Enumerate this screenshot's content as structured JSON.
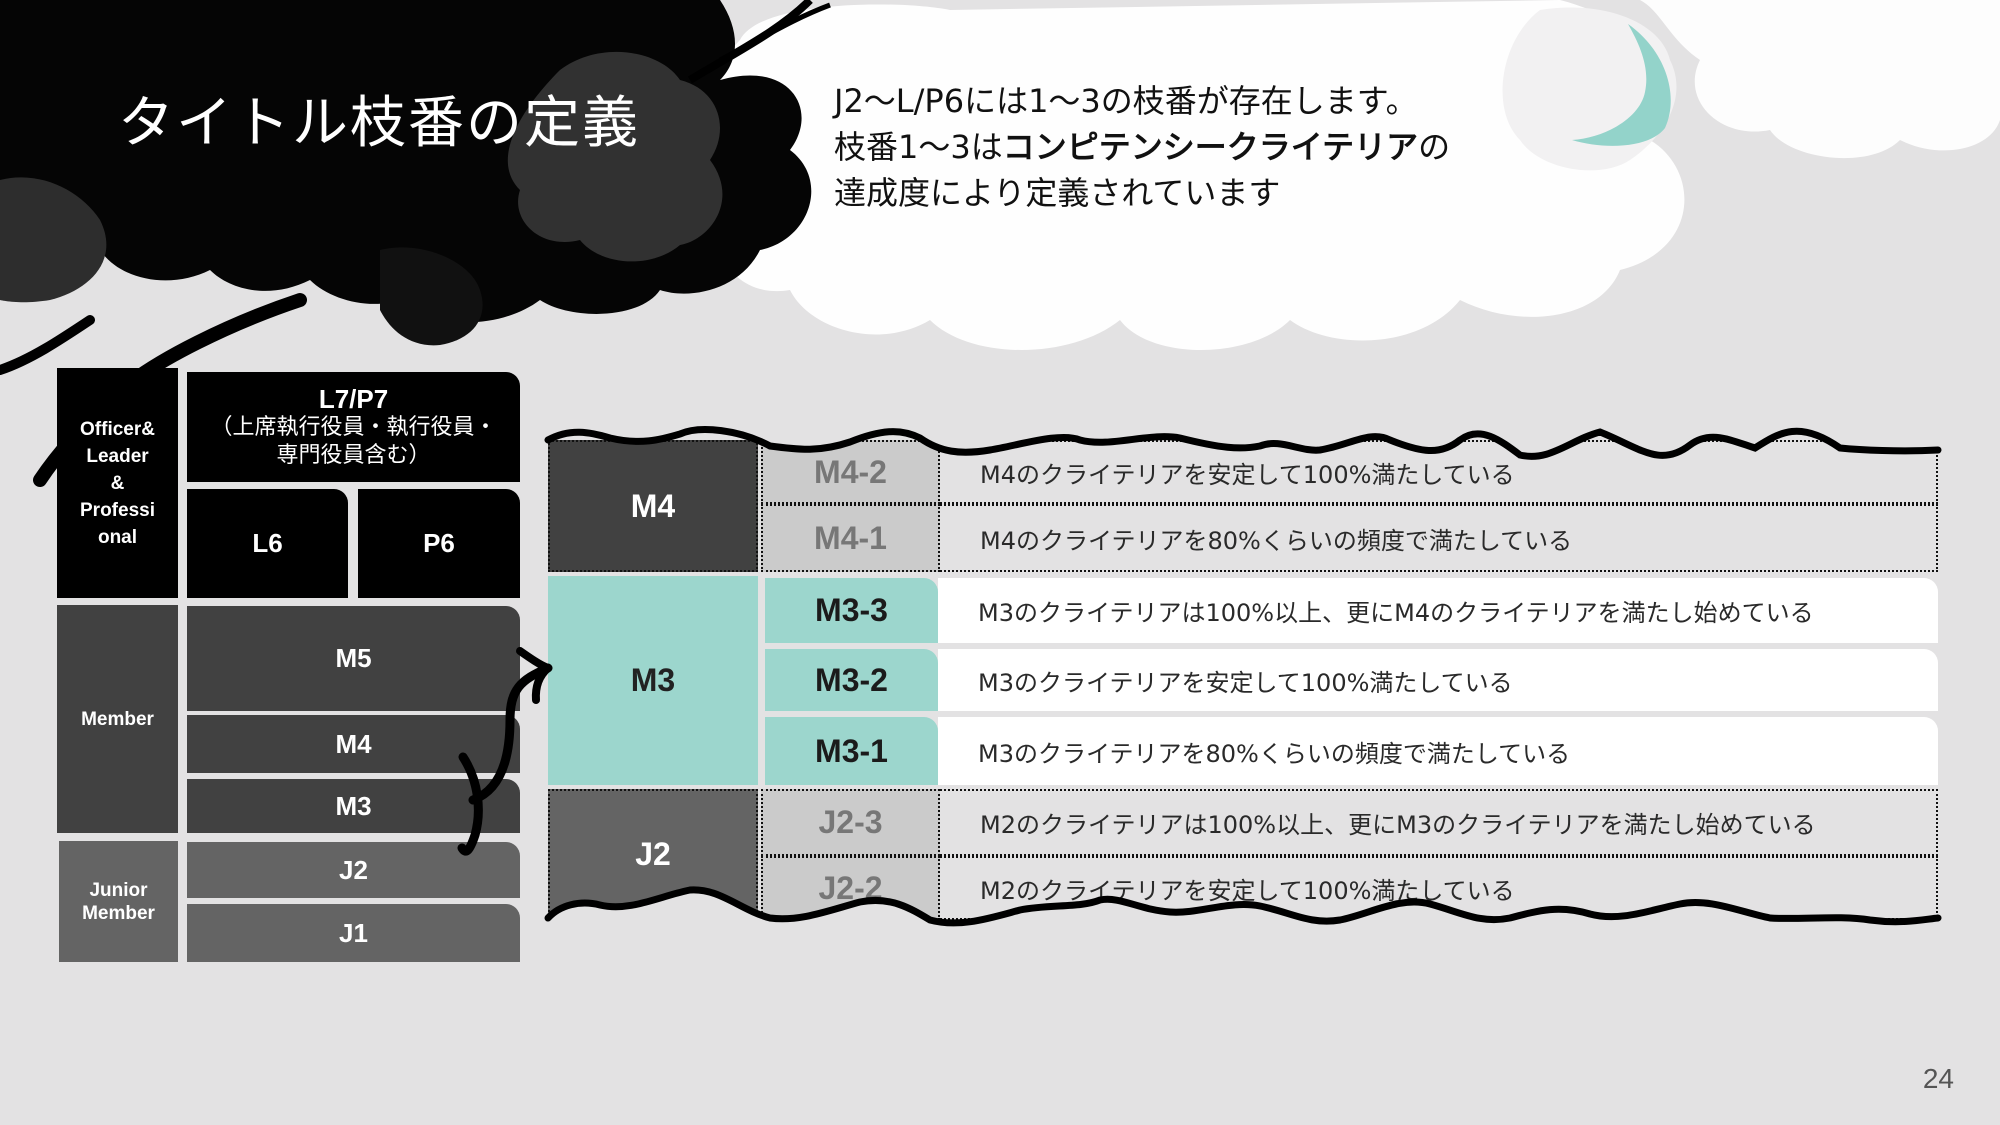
{
  "slide": {
    "title": "タイトル枝番の定義",
    "intro": {
      "line1": "J2〜L/P6には1〜3の枝番が存在します。",
      "line2_pre": "枝番1〜3は",
      "line2_bold": "コンピテンシークライテリア",
      "line2_post": "の",
      "line3": "達成度により定義されています"
    },
    "page_number": "24"
  },
  "ladder": {
    "categories": {
      "officer": "Officer& Leader & Professi onal",
      "officer_lines": [
        "Officer&",
        "Leader",
        "&",
        "Professi",
        "onal"
      ],
      "member": "Member",
      "junior_lines": [
        "Junior",
        "Member"
      ]
    },
    "levels": {
      "l7_title": "L7/P7",
      "l7_sub1": "（上席執行役員・執行役員・",
      "l7_sub2": "専門役員含む）",
      "l6": "L6",
      "p6": "P6",
      "m5": "M5",
      "m4": "M4",
      "m3": "M3",
      "j2": "J2",
      "j1": "J1"
    }
  },
  "branch_table": {
    "groups": [
      {
        "level": "M4",
        "rows": [
          {
            "code": "M4-2",
            "description": "M4のクライテリアを安定して100%満たしている"
          },
          {
            "code": "M4-1",
            "description": "M4のクライテリアを80%くらいの頻度で満たしている"
          }
        ]
      },
      {
        "level": "M3",
        "rows": [
          {
            "code": "M3-3",
            "description": "M3のクライテリアは100%以上、更にM4のクライテリアを満たし始めている"
          },
          {
            "code": "M3-2",
            "description": "M3のクライテリアを安定して100%満たしている"
          },
          {
            "code": "M3-1",
            "description": "M3のクライテリアを80%くらいの頻度で満たしている"
          }
        ]
      },
      {
        "level": "J2",
        "rows": [
          {
            "code": "J2-3",
            "description": "M2のクライテリアは100%以上、更にM3のクライテリアを満たし始めている"
          },
          {
            "code": "J2-2",
            "description": "M2のクライテリアを安定して100%満たしている"
          }
        ]
      }
    ]
  },
  "colors": {
    "background": "#e3e2e3",
    "accent_teal": "#9cd6cd",
    "black": "#000000",
    "dark_gray": "#414141",
    "mid_gray": "#646464",
    "light_gray": "#cbcbcb"
  }
}
